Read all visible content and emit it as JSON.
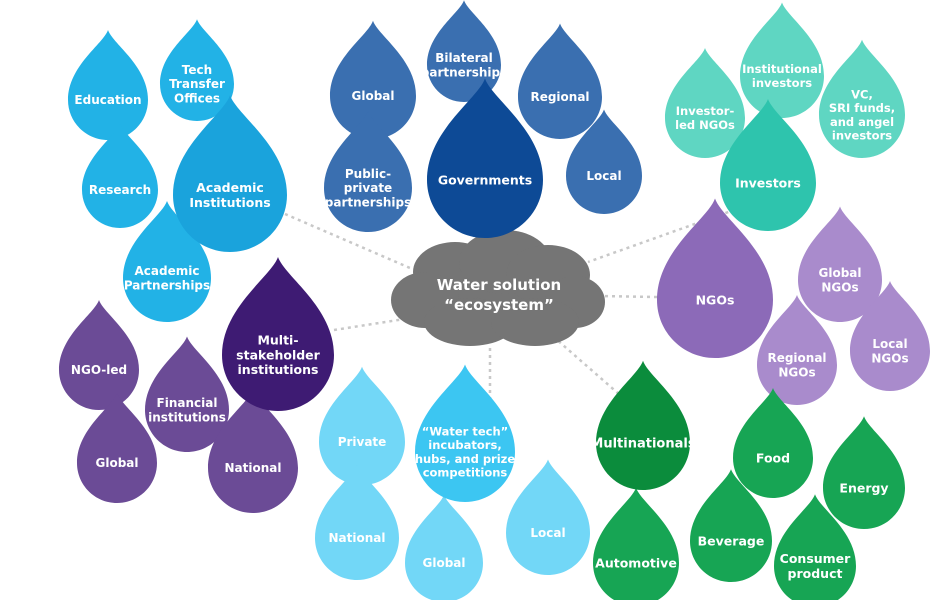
{
  "center": {
    "lines": [
      "Water solution",
      "“ecosystem”"
    ],
    "color": "#757575"
  },
  "clusters": {
    "academic": {
      "color_main": "#1aa3dc",
      "color_sub": "#22b2e6",
      "hub": {
        "key": "academic-institutions",
        "lines": [
          "Academic",
          "Institutions"
        ]
      },
      "nodes": [
        {
          "key": "education",
          "lines": [
            "Education"
          ]
        },
        {
          "key": "tech-transfer-offices",
          "lines": [
            "Tech",
            "Transfer",
            "Offices"
          ]
        },
        {
          "key": "research",
          "lines": [
            "Research"
          ]
        },
        {
          "key": "academic-partnerships",
          "lines": [
            "Academic",
            "Partnerships"
          ]
        }
      ]
    },
    "governments": {
      "color_main": "#0d4a96",
      "color_sub": "#3a6fb0",
      "hub": {
        "key": "governments",
        "lines": [
          "Governments"
        ]
      },
      "nodes": [
        {
          "key": "global",
          "lines": [
            "Global"
          ]
        },
        {
          "key": "bilateral-partnerships",
          "lines": [
            "Bilateral",
            "partnerships"
          ]
        },
        {
          "key": "regional",
          "lines": [
            "Regional"
          ]
        },
        {
          "key": "public-private-partnerships",
          "lines": [
            "Public-",
            "private",
            "partnerships"
          ]
        },
        {
          "key": "local",
          "lines": [
            "Local"
          ]
        }
      ]
    },
    "investors": {
      "color_main": "#2ec4ad",
      "color_sub": "#5fd6c2",
      "hub": {
        "key": "investors",
        "lines": [
          "Investors"
        ]
      },
      "nodes": [
        {
          "key": "institutional-investors",
          "lines": [
            "Institutional",
            "investors"
          ]
        },
        {
          "key": "investor-led-ngos",
          "lines": [
            "Investor-",
            "led NGOs"
          ]
        },
        {
          "key": "vc-sri-funds-angel-investors",
          "lines": [
            "VC,",
            "SRI funds,",
            "and angel",
            "investors"
          ]
        }
      ]
    },
    "ngos": {
      "color_main": "#8c6ab8",
      "color_sub": "#a98bcc",
      "hub": {
        "key": "ngos",
        "lines": [
          "NGOs"
        ]
      },
      "nodes": [
        {
          "key": "global-ngos",
          "lines": [
            "Global",
            "NGOs"
          ]
        },
        {
          "key": "regional-ngos",
          "lines": [
            "Regional",
            "NGOs"
          ]
        },
        {
          "key": "local-ngos",
          "lines": [
            "Local",
            "NGOs"
          ]
        }
      ]
    },
    "multistakeholder": {
      "color_main": "#3e1b73",
      "color_sub": "#6b4b96",
      "hub": {
        "key": "multi-stakeholder-institutions",
        "lines": [
          "Multi-",
          "stakeholder",
          "institutions"
        ]
      },
      "nodes": [
        {
          "key": "ngo-led",
          "lines": [
            "NGO-led"
          ]
        },
        {
          "key": "financial-institutions",
          "lines": [
            "Financial",
            "institutions"
          ]
        },
        {
          "key": "global",
          "lines": [
            "Global"
          ]
        },
        {
          "key": "national",
          "lines": [
            "National"
          ]
        }
      ]
    },
    "watertech": {
      "color_main": "#3cc6f2",
      "color_sub": "#72d7f7",
      "hub": {
        "key": "water-tech-incubators",
        "lines": [
          "“Water tech”",
          "incubators,",
          "hubs, and prize",
          "competitions"
        ]
      },
      "nodes": [
        {
          "key": "private",
          "lines": [
            "Private"
          ]
        },
        {
          "key": "national",
          "lines": [
            "National"
          ]
        },
        {
          "key": "global",
          "lines": [
            "Global"
          ]
        },
        {
          "key": "local",
          "lines": [
            "Local"
          ]
        }
      ]
    },
    "multinationals": {
      "color_main": "#0b8c3c",
      "color_sub": "#17a554",
      "hub": {
        "key": "multinationals",
        "lines": [
          "Multinationals"
        ]
      },
      "nodes": [
        {
          "key": "food",
          "lines": [
            "Food"
          ]
        },
        {
          "key": "energy",
          "lines": [
            "Energy"
          ]
        },
        {
          "key": "beverage",
          "lines": [
            "Beverage"
          ]
        },
        {
          "key": "automotive",
          "lines": [
            "Automotive"
          ]
        },
        {
          "key": "consumer-product",
          "lines": [
            "Consumer",
            "product"
          ]
        }
      ]
    }
  }
}
